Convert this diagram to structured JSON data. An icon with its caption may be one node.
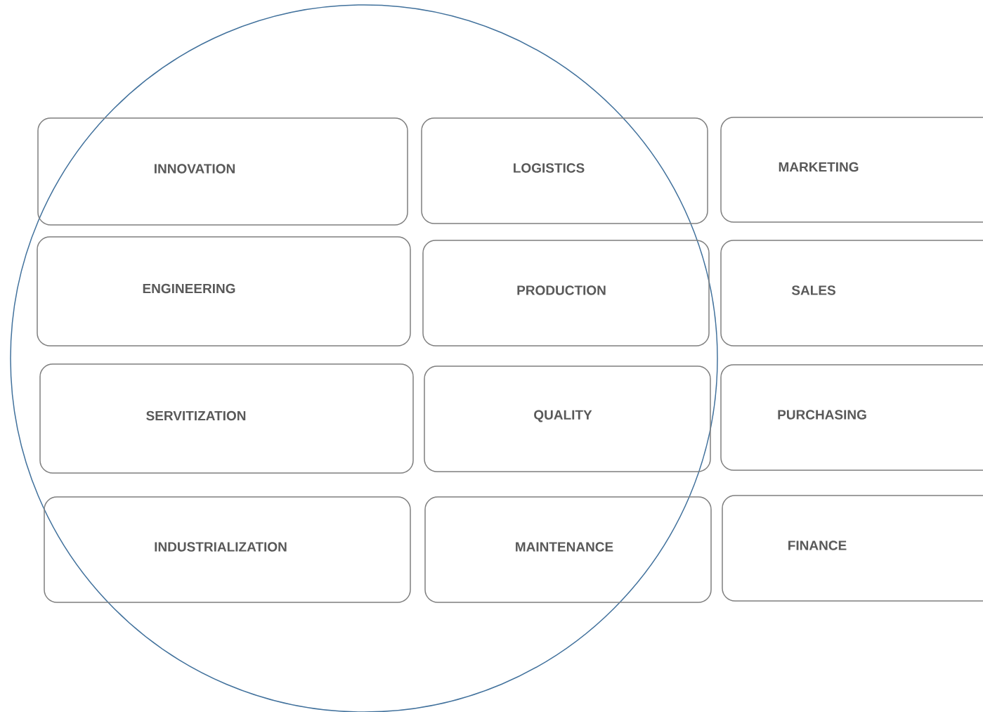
{
  "diagram": {
    "nodes": [
      {
        "text": [
          "INNOVATION"
        ]
      },
      {
        "text": [
          "LOGISTICS"
        ]
      },
      {
        "text": [
          "MARKETING"
        ]
      },
      {
        "text": [
          "ENGINEERING"
        ]
      },
      {
        "text": [
          "PRODUCTION"
        ]
      },
      {
        "text": [
          "SALES"
        ]
      },
      {
        "text": [
          "SERVITIZATION"
        ]
      },
      {
        "text": [
          "QUALITY"
        ]
      },
      {
        "text": [
          "PURCHASING"
        ]
      },
      {
        "text": [
          "INDUSTRIALIZATION"
        ]
      },
      {
        "text": [
          "MAINTENANCE"
        ]
      },
      {
        "text": [
          "FINANCE"
        ]
      }
    ]
  }
}
